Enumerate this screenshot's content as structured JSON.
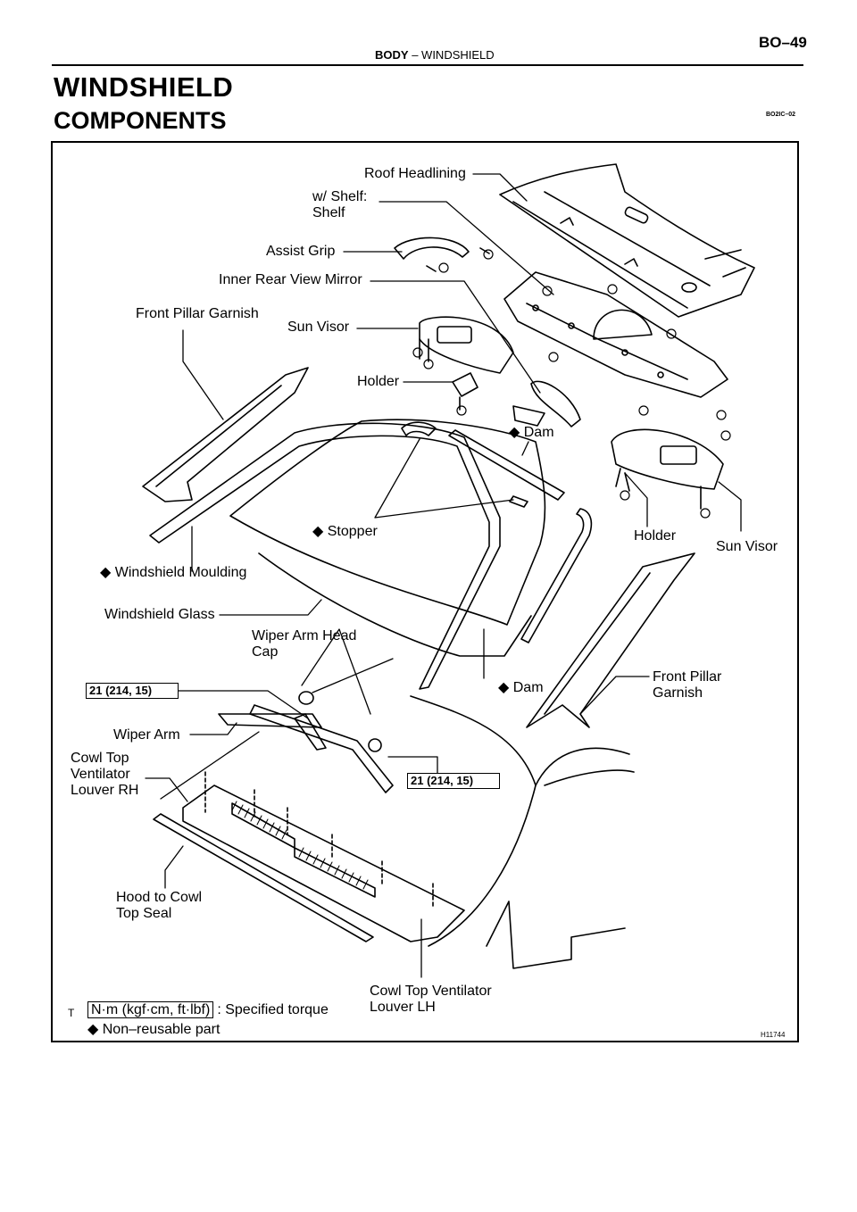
{
  "header": {
    "section": "BODY",
    "dash": "–",
    "subsection": "WINDSHIELD",
    "page": "BO–49"
  },
  "title": "WINDSHIELD",
  "subtitle": "COMPONENTS",
  "ref_code": "BO2IC–02",
  "labels": {
    "roof_headlining": "Roof Headlining",
    "w_shelf": "w/ Shelf:",
    "shelf": "Shelf",
    "assist_grip": "Assist Grip",
    "inner_mirror": "Inner Rear View Mirror",
    "front_pillar_garnish_l": "Front Pillar Garnish",
    "sun_visor_l": "Sun Visor",
    "holder_l": "Holder",
    "dam_top": "◆ Dam",
    "stopper": "◆ Stopper",
    "holder_r": "Holder",
    "sun_visor_r": "Sun Visor",
    "windshield_moulding": "◆ Windshield Moulding",
    "windshield_glass": "Windshield Glass",
    "wiper_arm_head_cap_1": "Wiper Arm Head",
    "wiper_arm_head_cap_2": "Cap",
    "dam_bottom": "◆ Dam",
    "front_pillar_garnish_r1": "Front Pillar",
    "front_pillar_garnish_r2": "Garnish",
    "wiper_arm": "Wiper Arm",
    "cowl_rh_1": "Cowl Top",
    "cowl_rh_2": "Ventilator",
    "cowl_rh_3": "Louver RH",
    "hood_seal_1": "Hood to Cowl",
    "hood_seal_2": "Top Seal",
    "cowl_lh_1": "Cowl Top Ventilator",
    "cowl_lh_2": "Louver LH"
  },
  "torque": {
    "left": "21 (214, 15)",
    "right": "21 (214, 15)"
  },
  "legend": {
    "unit": "N·m (kgf·cm, ft·lbf)",
    "unit_desc": ": Specified torque",
    "nonreusable": "◆ Non–reusable part",
    "stray": "T"
  },
  "figure_id": "H11744"
}
